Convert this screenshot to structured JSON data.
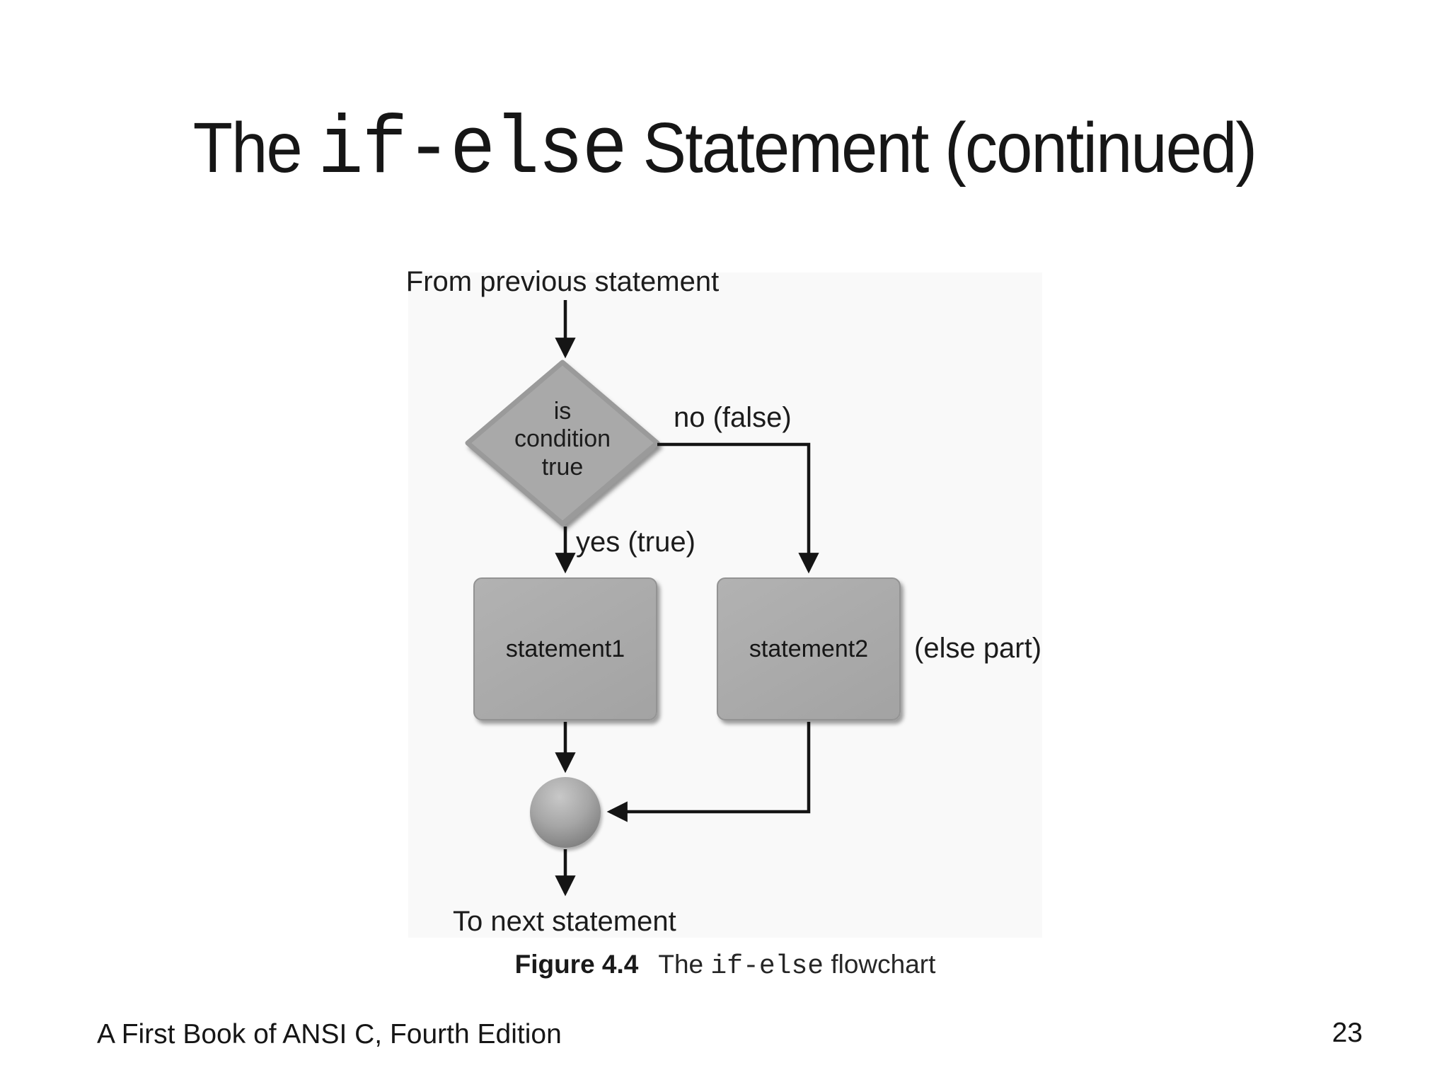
{
  "slide": {
    "title": {
      "pre": "The ",
      "code": "if-else",
      "post": " Statement (continued)"
    },
    "figure": {
      "labels": {
        "from_previous": "From previous statement",
        "no_false": "no (false)",
        "yes_true": "yes (true)",
        "else_part": "(else part)",
        "to_next": "To next statement"
      },
      "diamond": {
        "lines": [
          "is",
          "condition",
          "true"
        ]
      },
      "boxes": {
        "statement1": "statement1",
        "statement2": "statement2"
      },
      "caption": {
        "label": "Figure 4.4",
        "pre": "The ",
        "code": "if-else",
        "post": " flowchart"
      }
    },
    "footer": {
      "book": "A First Book of ANSI C, Fourth Edition",
      "page": "23"
    },
    "colors": {
      "shape_fill": "#a9a9a9",
      "shape_border": "#9a9a9a",
      "line": "#151515",
      "text": "#1c1c1c",
      "figure_background": "#f9f9f9"
    }
  }
}
